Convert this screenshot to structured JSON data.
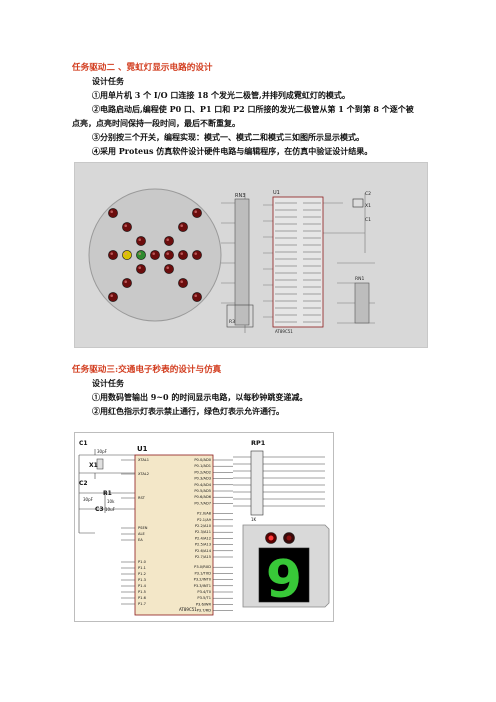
{
  "section1": {
    "heading": "任务驱动二 、霓虹灯显示电路的设计",
    "task_label": "设计任务",
    "items": [
      "①用单片机 3 个 I/O 口连接 18 个发光二极管,并排列成霓虹灯的模式。",
      "②电路启动后,编程使 P0 口、P1 口和 P2 口所接的发光二极管从第 1 个到第 8 个逐个被",
      "点亮，点亮时间保持一段时间，最后不断重复。",
      "③分别按三个开关，编程实现：模式一、模式二和模式三如图所示显示模式。",
      "④采用 Proteus 仿真软件设计硬件电路与编辑程序，在仿真中验证设计结果。"
    ],
    "figure_labels": {
      "rn3": "RN3",
      "u1": "U1",
      "c2": "C2",
      "x1": "X1",
      "c1": "C1",
      "rn1": "RN1",
      "r3": "R3",
      "chip": "AT89C51"
    }
  },
  "section2": {
    "heading": "任务驱动三:交通电子秒表的设计与仿真",
    "task_label": "设计任务",
    "items": [
      "①用数码管输出 9~0 的时间显示电路，以每秒钟跳变递减。",
      "②用红色指示灯表示禁止通行，绿色灯表示允许通行。"
    ],
    "figure_labels": {
      "c1": "C1",
      "c1_val": "30pF",
      "x1": "X1",
      "c2": "C2",
      "c2_val": "30pF",
      "r1": "R1",
      "r1_val": "10k",
      "c3": "C3",
      "c3_val": "10uF",
      "u1": "U1",
      "rp1": "RP1",
      "rp1_val": "1K",
      "chip": "AT89C51",
      "digit": "9",
      "pins_left": [
        "XTAL1",
        "XTAL2",
        "RST",
        "PSEN",
        "ALE",
        "EA",
        "P1.0",
        "P1.1",
        "P1.2",
        "P1.3",
        "P1.4",
        "P1.5",
        "P1.6",
        "P1.7"
      ],
      "pins_right": [
        "P0.0/AD0",
        "P0.1/AD1",
        "P0.2/AD2",
        "P0.3/AD3",
        "P0.4/AD4",
        "P0.5/AD5",
        "P0.6/AD6",
        "P0.7/AD7",
        "P2.0/A8",
        "P2.1/A9",
        "P2.2/A10",
        "P2.3/A11",
        "P2.4/A12",
        "P2.5/A13",
        "P2.6/A14",
        "P2.7/A15",
        "P3.0/RXD",
        "P3.1/TXD",
        "P3.2/INT0",
        "P3.3/INT1",
        "P3.4/T0",
        "P3.5/T1",
        "P3.6/WR",
        "P3.7/RD"
      ]
    }
  }
}
